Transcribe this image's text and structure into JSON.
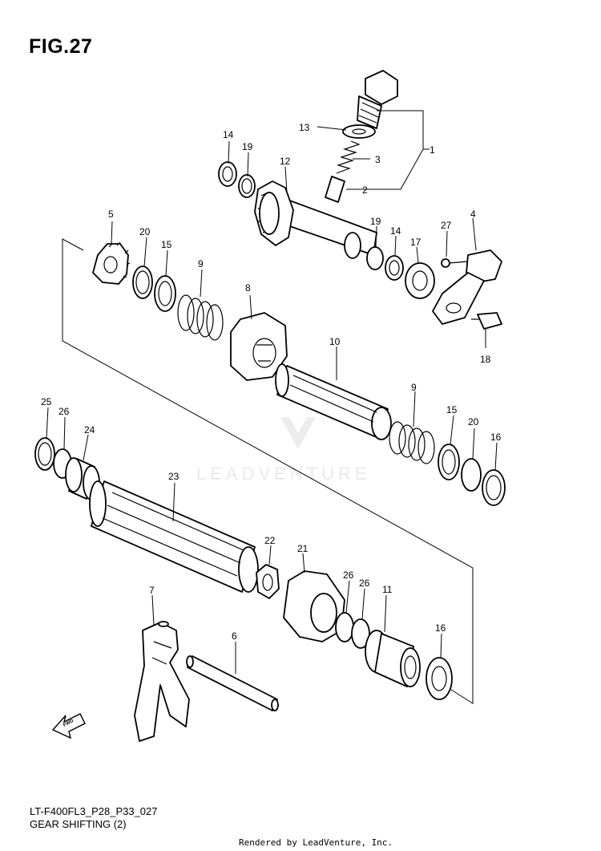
{
  "figure": {
    "title": "FIG.27",
    "code": "LT-F400FL3_P28_P33_027",
    "subtitle": "GEAR SHIFTING (2)",
    "footer": "Rendered by LeadVenture, Inc.",
    "watermark": "LEADVENTURE",
    "fwd_label": "FWD"
  },
  "callouts": {
    "c1": "1",
    "c2": "2",
    "c3": "3",
    "c4": "4",
    "c5": "5",
    "c6": "6",
    "c7": "7",
    "c8": "8",
    "c9a": "9",
    "c9b": "9",
    "c10": "10",
    "c11": "11",
    "c12": "12",
    "c13": "13",
    "c14a": "14",
    "c14b": "14",
    "c15a": "15",
    "c15b": "15",
    "c16a": "16",
    "c16b": "16",
    "c17": "17",
    "c18": "18",
    "c19a": "19",
    "c19b": "19",
    "c20a": "20",
    "c20b": "20",
    "c21": "21",
    "c22": "22",
    "c23": "23",
    "c24": "24",
    "c25": "25",
    "c26a": "26",
    "c26b": "26",
    "c26c": "26",
    "c27": "27"
  }
}
